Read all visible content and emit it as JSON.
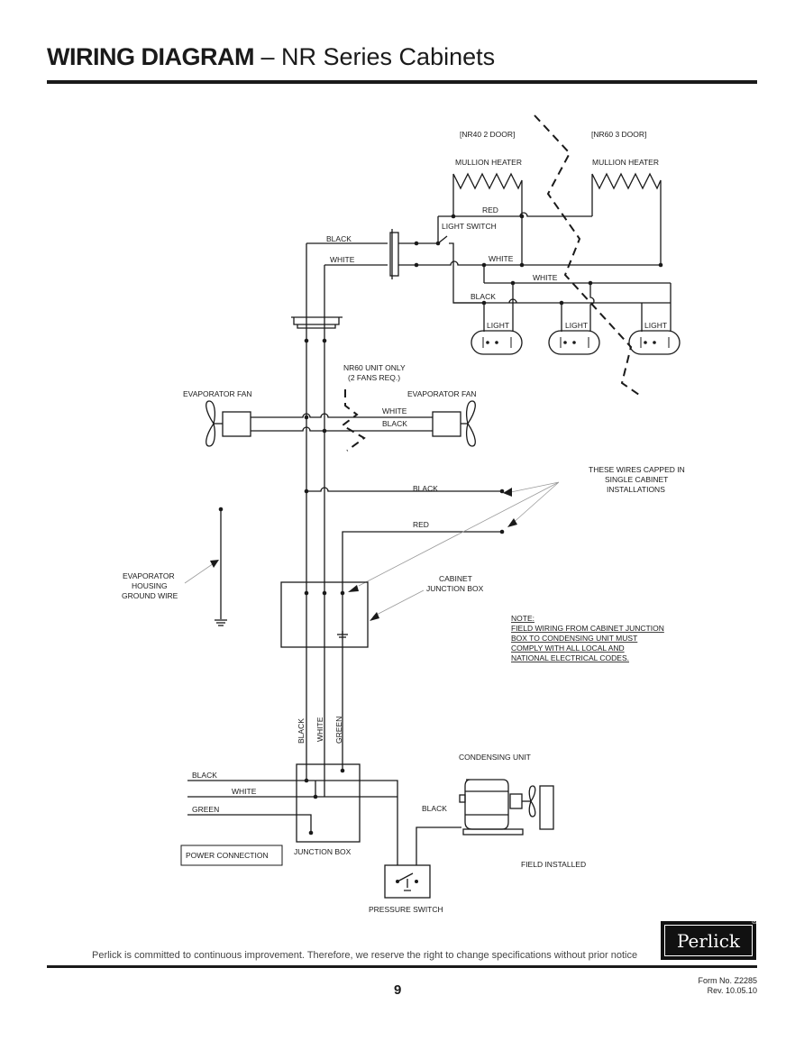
{
  "header": {
    "title_bold": "WIRING DIAGRAM",
    "title_rest": "– NR Series Cabinets"
  },
  "diagram": {
    "nr40_label": "[NR40 2 DOOR]",
    "nr60_label": "[NR60 3 DOOR]",
    "mullion_heater": "MULLION HEATER",
    "red": "RED",
    "light_switch": "LIGHT SWITCH",
    "black": "BLACK",
    "white": "WHITE",
    "green": "GREEN",
    "light": "LIGHT",
    "nr60_only_1": "NR60 UNIT ONLY",
    "nr60_only_2": "(2 FANS REQ.)",
    "evaporator_fan": "EVAPORATOR FAN",
    "capped_1": "THESE WIRES CAPPED IN",
    "capped_2": "SINGLE CABINET",
    "capped_3": "INSTALLATIONS",
    "ground_1": "EVAPORATOR",
    "ground_2": "HOUSING",
    "ground_3": "GROUND WIRE",
    "cab_jb_1": "CABINET",
    "cab_jb_2": "JUNCTION BOX",
    "note_1": "NOTE:",
    "note_2": "FIELD WIRING FROM CABINET JUNCTION",
    "note_3": "BOX TO CONDENSING UNIT MUST",
    "note_4": "COMPLY WITH ALL LOCAL AND",
    "note_5": "NATIONAL ELECTRICAL CODES.",
    "condensing_unit": "CONDENSING UNIT",
    "power_connection": "POWER CONNECTION",
    "junction_box": "JUNCTION BOX",
    "field_installed": "FIELD INSTALLED",
    "pressure_switch": "PRESSURE SWITCH"
  },
  "footer": {
    "disclaimer": "Perlick is committed to continuous improvement. Therefore, we reserve the right to change specifications without prior notice",
    "page_number": "9",
    "form_no": "Form No. Z2285",
    "rev": "Rev. 10.05.10",
    "logo_text": "Perlick",
    "logo_mark": "®"
  }
}
